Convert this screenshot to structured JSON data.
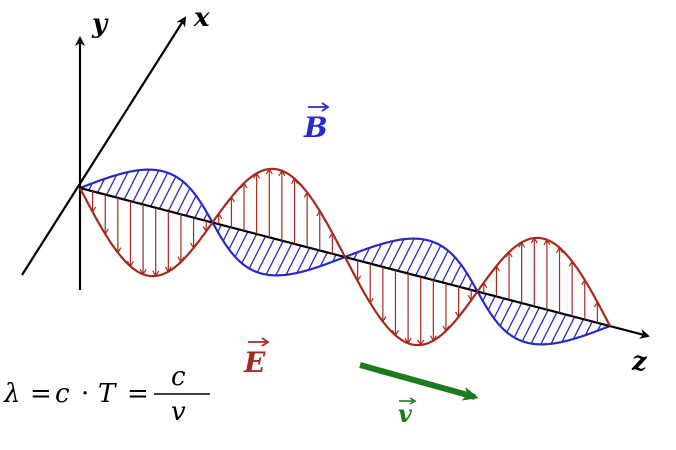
{
  "axes": {
    "x_label": "x",
    "y_label": "y",
    "z_label": "z"
  },
  "vectors": {
    "electric_label": "E",
    "magnetic_label": "B",
    "velocity_label": "v"
  },
  "formula": {
    "lhs": "λ",
    "eq1": "=",
    "c_symbol": "c",
    "dot": "·",
    "T_symbol": "T",
    "eq2": "=",
    "numerator": "c",
    "denominator": "v"
  },
  "colors": {
    "electric": "#a52a1f",
    "magnetic": "#2a2acc",
    "velocity": "#1e7a1e",
    "axes": "#000000"
  }
}
